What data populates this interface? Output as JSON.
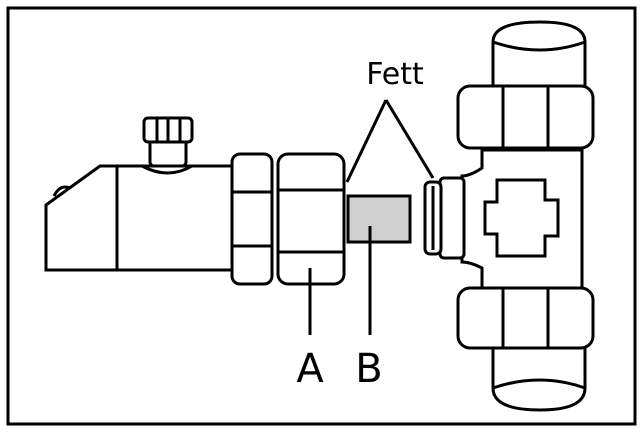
{
  "labels": {
    "grease": "Fett",
    "part_a": "A",
    "part_b": "B"
  },
  "colors": {
    "stroke": "#000000",
    "background": "#ffffff",
    "grease_fill": "#cfcfcf"
  }
}
